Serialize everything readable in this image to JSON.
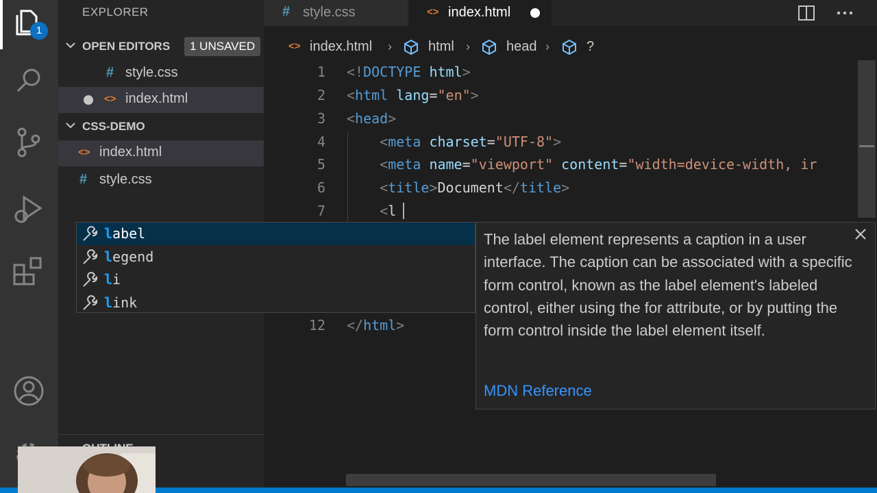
{
  "activity_bar": {
    "explorer_badge": "1",
    "icons": [
      "files-icon",
      "search-icon",
      "source-control-icon",
      "run-debug-icon",
      "extensions-icon",
      "account-icon",
      "settings-gear-icon"
    ]
  },
  "sidebar": {
    "title": "EXPLORER",
    "open_editors": {
      "label": "OPEN EDITORS",
      "badge": "1 UNSAVED",
      "items": [
        {
          "name": "style.css"
        },
        {
          "name": "index.html"
        }
      ]
    },
    "folder": {
      "label": "CSS-DEMO",
      "items": [
        {
          "name": "index.html"
        },
        {
          "name": "style.css"
        }
      ]
    },
    "outline_label": "OUTLINE"
  },
  "tabs": [
    {
      "name": "style.css"
    },
    {
      "name": "index.html"
    }
  ],
  "breadcrumb": {
    "file": "index.html",
    "items": [
      "html",
      "head",
      "?"
    ]
  },
  "editor": {
    "lines": [
      {
        "num": "1",
        "tokens": [
          [
            "tg",
            "<!"
          ],
          [
            "tn",
            "DOCTYPE"
          ],
          [
            "tx",
            " "
          ],
          [
            "an",
            "html"
          ],
          [
            "tg",
            ">"
          ]
        ]
      },
      {
        "num": "2",
        "tokens": [
          [
            "tg",
            "<"
          ],
          [
            "tn",
            "html"
          ],
          [
            "tx",
            " "
          ],
          [
            "an",
            "lang"
          ],
          [
            "tx",
            "="
          ],
          [
            "av",
            "\"en\""
          ],
          [
            "tg",
            ">"
          ]
        ]
      },
      {
        "num": "3",
        "tokens": [
          [
            "tg",
            "<"
          ],
          [
            "tn",
            "head"
          ],
          [
            "tg",
            ">"
          ]
        ]
      },
      {
        "num": "4",
        "tokens": [
          [
            "tx",
            "    "
          ],
          [
            "tg",
            "<"
          ],
          [
            "tn",
            "meta"
          ],
          [
            "tx",
            " "
          ],
          [
            "an",
            "charset"
          ],
          [
            "tx",
            "="
          ],
          [
            "av",
            "\"UTF-8\""
          ],
          [
            "tg",
            ">"
          ]
        ]
      },
      {
        "num": "5",
        "tokens": [
          [
            "tx",
            "    "
          ],
          [
            "tg",
            "<"
          ],
          [
            "tn",
            "meta"
          ],
          [
            "tx",
            " "
          ],
          [
            "an",
            "name"
          ],
          [
            "tx",
            "="
          ],
          [
            "av",
            "\"viewport\""
          ],
          [
            "tx",
            " "
          ],
          [
            "an",
            "content"
          ],
          [
            "tx",
            "="
          ],
          [
            "av",
            "\"width=device-width, ir"
          ]
        ]
      },
      {
        "num": "6",
        "tokens": [
          [
            "tx",
            "    "
          ],
          [
            "tg",
            "<"
          ],
          [
            "tn",
            "title"
          ],
          [
            "tg",
            ">"
          ],
          [
            "tx",
            "Document"
          ],
          [
            "tg",
            "</"
          ],
          [
            "tn",
            "title"
          ],
          [
            "tg",
            ">"
          ]
        ]
      },
      {
        "num": "7",
        "tokens": [
          [
            "tx",
            "    "
          ],
          [
            "tg",
            "<"
          ],
          [
            "tx",
            "l"
          ]
        ]
      },
      {
        "num": "12",
        "tokens": [
          [
            "tg",
            "</"
          ],
          [
            "tn",
            "html"
          ],
          [
            "tg",
            ">"
          ]
        ]
      }
    ]
  },
  "suggest": {
    "typed": "l",
    "items": [
      {
        "label": "label"
      },
      {
        "label": "legend"
      },
      {
        "label": "li"
      },
      {
        "label": "link"
      }
    ]
  },
  "docs": {
    "text": "The label element represents a caption in a user interface. The caption can be associated with a specific form control, known as the label element's labeled control, either using the for attribute, or by putting the form control inside the label element itself.",
    "link": "MDN Reference"
  },
  "colors": {
    "accent": "#007acc",
    "badge": "#0e70c0",
    "suggest_focus": "#062f4a",
    "match_highlight": "#18a3ff",
    "link": "#3794ff"
  }
}
